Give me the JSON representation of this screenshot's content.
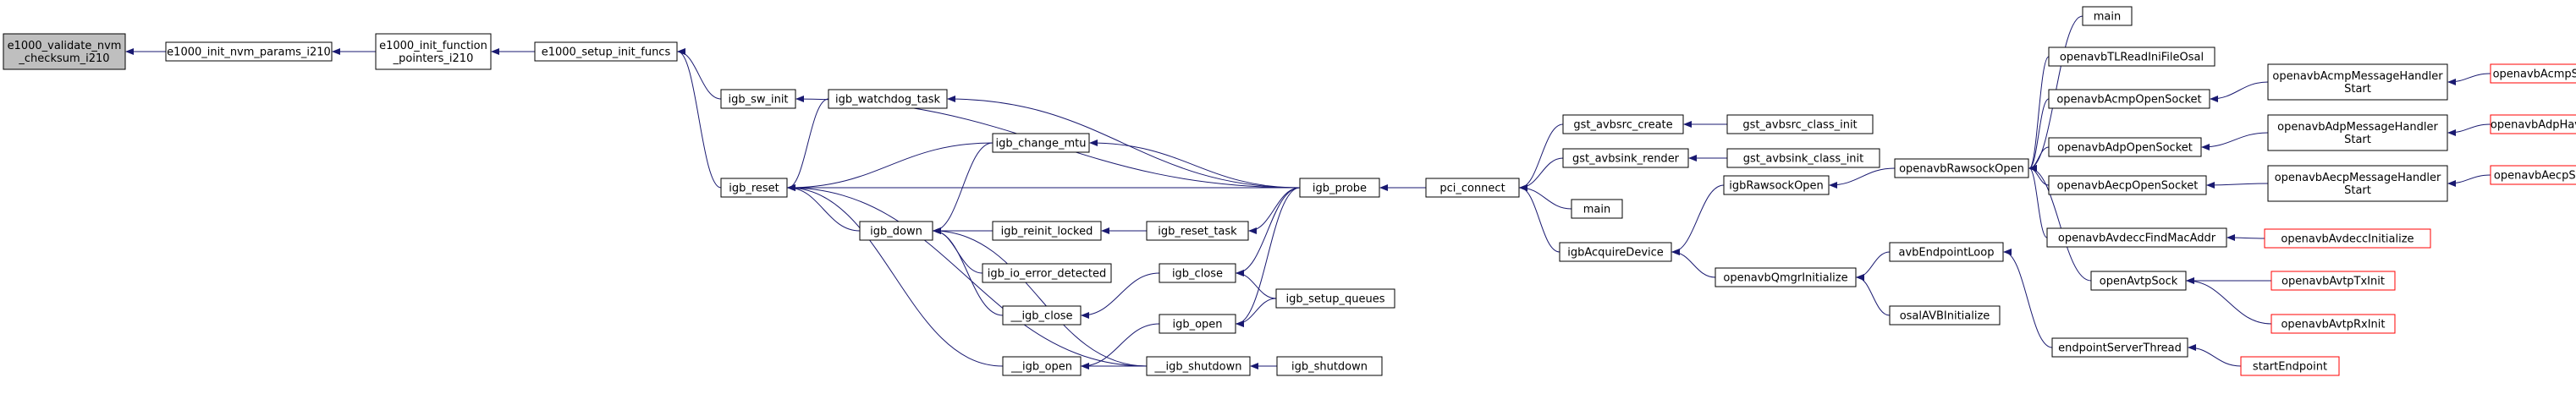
{
  "colors": {
    "node_fill": "#ffffff",
    "root_fill": "#bfbfbf",
    "node_border": "#000000",
    "truncated_border": "#ff0000",
    "edge": "#191970"
  },
  "nodes": [
    {
      "id": "validate",
      "lines": [
        "e1000_validate_nvm",
        "_checksum_i210"
      ],
      "root": true
    },
    {
      "id": "init_nvm",
      "lines": [
        "e1000_init_nvm_params_i210"
      ]
    },
    {
      "id": "init_fp",
      "lines": [
        "e1000_init_function",
        "_pointers_i210"
      ]
    },
    {
      "id": "setup_init",
      "lines": [
        "e1000_setup_init_funcs"
      ]
    },
    {
      "id": "sw_init",
      "lines": [
        "igb_sw_init"
      ]
    },
    {
      "id": "reset",
      "lines": [
        "igb_reset"
      ]
    },
    {
      "id": "watchdog",
      "lines": [
        "igb_watchdog_task"
      ]
    },
    {
      "id": "change_mtu",
      "lines": [
        "igb_change_mtu"
      ]
    },
    {
      "id": "down",
      "lines": [
        "igb_down"
      ]
    },
    {
      "id": "reinit",
      "lines": [
        "igb_reinit_locked"
      ]
    },
    {
      "id": "io_err",
      "lines": [
        "igb_io_error_detected"
      ]
    },
    {
      "id": "u_close",
      "lines": [
        "__igb_close"
      ]
    },
    {
      "id": "u_open",
      "lines": [
        "__igb_open"
      ]
    },
    {
      "id": "reset_task",
      "lines": [
        "igb_reset_task"
      ]
    },
    {
      "id": "close",
      "lines": [
        "igb_close"
      ]
    },
    {
      "id": "open",
      "lines": [
        "igb_open"
      ]
    },
    {
      "id": "u_shutdown",
      "lines": [
        "__igb_shutdown"
      ]
    },
    {
      "id": "probe",
      "lines": [
        "igb_probe"
      ]
    },
    {
      "id": "setup_queues",
      "lines": [
        "igb_setup_queues"
      ]
    },
    {
      "id": "shutdown",
      "lines": [
        "igb_shutdown"
      ]
    },
    {
      "id": "pci",
      "lines": [
        "pci_connect"
      ]
    },
    {
      "id": "gst_src",
      "lines": [
        "gst_avbsrc_create"
      ]
    },
    {
      "id": "gst_sink",
      "lines": [
        "gst_avbsink_render"
      ]
    },
    {
      "id": "main1",
      "lines": [
        "main"
      ]
    },
    {
      "id": "acquire",
      "lines": [
        "igbAcquireDevice"
      ]
    },
    {
      "id": "gst_src_ci",
      "lines": [
        "gst_avbsrc_class_init"
      ]
    },
    {
      "id": "gst_sink_ci",
      "lines": [
        "gst_avbsink_class_init"
      ]
    },
    {
      "id": "raw_open",
      "lines": [
        "igbRawsockOpen"
      ]
    },
    {
      "id": "qmgr",
      "lines": [
        "openavbQmgrInitialize"
      ]
    },
    {
      "id": "ep_loop",
      "lines": [
        "avbEndpointLoop"
      ]
    },
    {
      "id": "osal",
      "lines": [
        "osalAVBInitialize"
      ]
    },
    {
      "id": "ep_thread",
      "lines": [
        "endpointServerThread"
      ]
    },
    {
      "id": "start_ep",
      "lines": [
        "startEndpoint"
      ],
      "truncated": true
    },
    {
      "id": "oa_raw",
      "lines": [
        "openavbRawsockOpen"
      ]
    },
    {
      "id": "main2",
      "lines": [
        "main"
      ]
    },
    {
      "id": "tl_read",
      "lines": [
        "openavbTLReadIniFileOsal"
      ]
    },
    {
      "id": "acmp_sock",
      "lines": [
        "openavbAcmpOpenSocket"
      ]
    },
    {
      "id": "adp_sock",
      "lines": [
        "openavbAdpOpenSocket"
      ]
    },
    {
      "id": "aecp_sock",
      "lines": [
        "openavbAecpOpenSocket"
      ]
    },
    {
      "id": "avdecc_mac",
      "lines": [
        "openavbAvdeccFindMacAddr"
      ]
    },
    {
      "id": "avtp_sock",
      "lines": [
        "openAvtpSock"
      ]
    },
    {
      "id": "acmp_hs",
      "lines": [
        "openavbAcmpMessageHandler",
        "Start"
      ]
    },
    {
      "id": "adp_hs",
      "lines": [
        "openavbAdpMessageHandler",
        "Start"
      ]
    },
    {
      "id": "aecp_hs",
      "lines": [
        "openavbAecpMessageHandler",
        "Start"
      ]
    },
    {
      "id": "avdecc_init",
      "lines": [
        "openavbAvdeccInitialize"
      ],
      "truncated": true
    },
    {
      "id": "avtp_tx",
      "lines": [
        "openavbAvtpTxInit"
      ],
      "truncated": true
    },
    {
      "id": "avtp_rx",
      "lines": [
        "openavbAvtpRxInit"
      ],
      "truncated": true
    },
    {
      "id": "acmp_start",
      "lines": [
        "openavbAcmpStart"
      ],
      "truncated": true
    },
    {
      "id": "adp_have",
      "lines": [
        "openavbAdpHaveTL"
      ],
      "truncated": true
    },
    {
      "id": "aecp_start",
      "lines": [
        "openavbAecpStart"
      ],
      "truncated": true
    }
  ],
  "edges": [
    [
      "init_nvm",
      "validate"
    ],
    [
      "init_fp",
      "init_nvm"
    ],
    [
      "setup_init",
      "init_fp"
    ],
    [
      "sw_init",
      "setup_init"
    ],
    [
      "reset",
      "setup_init"
    ],
    [
      "probe",
      "sw_init"
    ],
    [
      "watchdog",
      "reset"
    ],
    [
      "change_mtu",
      "reset"
    ],
    [
      "down",
      "reset"
    ],
    [
      "probe",
      "reset"
    ],
    [
      "u_open",
      "reset"
    ],
    [
      "u_shutdown",
      "reset"
    ],
    [
      "probe",
      "watchdog"
    ],
    [
      "probe",
      "change_mtu"
    ],
    [
      "change_mtu",
      "down"
    ],
    [
      "reinit",
      "down"
    ],
    [
      "io_err",
      "down"
    ],
    [
      "u_close",
      "down"
    ],
    [
      "u_shutdown",
      "down"
    ],
    [
      "reset_task",
      "reinit"
    ],
    [
      "probe",
      "reset_task"
    ],
    [
      "close",
      "u_close"
    ],
    [
      "open",
      "u_open"
    ],
    [
      "u_shutdown",
      "u_open"
    ],
    [
      "probe",
      "close"
    ],
    [
      "setup_queues",
      "close"
    ],
    [
      "probe",
      "open"
    ],
    [
      "setup_queues",
      "open"
    ],
    [
      "shutdown",
      "u_shutdown"
    ],
    [
      "pci",
      "probe"
    ],
    [
      "gst_src",
      "pci"
    ],
    [
      "gst_sink",
      "pci"
    ],
    [
      "main1",
      "pci"
    ],
    [
      "acquire",
      "pci"
    ],
    [
      "gst_src_ci",
      "gst_src"
    ],
    [
      "gst_sink_ci",
      "gst_sink"
    ],
    [
      "raw_open",
      "acquire"
    ],
    [
      "qmgr",
      "acquire"
    ],
    [
      "oa_raw",
      "raw_open"
    ],
    [
      "ep_loop",
      "qmgr"
    ],
    [
      "osal",
      "qmgr"
    ],
    [
      "ep_thread",
      "ep_loop"
    ],
    [
      "start_ep",
      "ep_thread"
    ],
    [
      "main2",
      "oa_raw"
    ],
    [
      "tl_read",
      "oa_raw"
    ],
    [
      "acmp_sock",
      "oa_raw"
    ],
    [
      "adp_sock",
      "oa_raw"
    ],
    [
      "aecp_sock",
      "oa_raw"
    ],
    [
      "avdecc_mac",
      "oa_raw"
    ],
    [
      "avtp_sock",
      "oa_raw"
    ],
    [
      "acmp_hs",
      "acmp_sock"
    ],
    [
      "adp_hs",
      "adp_sock"
    ],
    [
      "aecp_hs",
      "aecp_sock"
    ],
    [
      "avdecc_init",
      "avdecc_mac"
    ],
    [
      "avtp_tx",
      "avtp_sock"
    ],
    [
      "avtp_rx",
      "avtp_sock"
    ],
    [
      "acmp_start",
      "acmp_hs"
    ],
    [
      "adp_have",
      "adp_hs"
    ],
    [
      "aecp_start",
      "aecp_hs"
    ]
  ]
}
